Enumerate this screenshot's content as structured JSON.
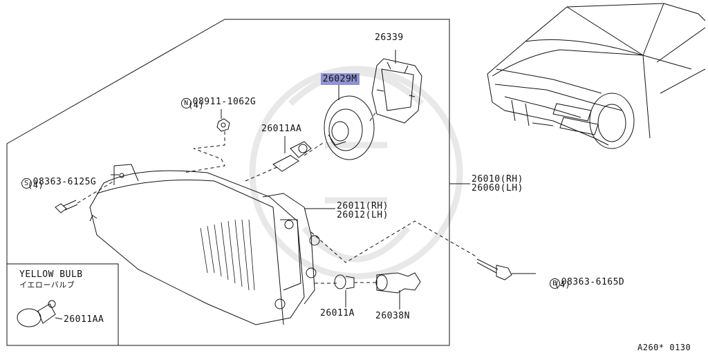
{
  "parts": {
    "p26339": "26339",
    "p26029m": "26029M",
    "p26011aa": "26011AA",
    "p26010": "26010(RH)",
    "p26060": "26060(LH)",
    "p26011": "26011(RH)",
    "p26012": "26012(LH)",
    "p26011a": "26011A",
    "p26038n": "26038N"
  },
  "fasteners": {
    "nut": {
      "badge": "N",
      "code": "08911-1062G",
      "qty": "(4)"
    },
    "screw_s": {
      "badge": "S",
      "code": "08363-6125G",
      "qty": "(4)"
    },
    "bolt_b": {
      "badge": "B",
      "code": "08363-6165D",
      "qty": "(4)"
    }
  },
  "inset": {
    "title": "YELLOW BULB",
    "title_jp": "イエローバルブ",
    "part": "26011AA"
  },
  "diagram_id": "A260* 0130",
  "colors": {
    "highlight": "#8f93d2",
    "line": "#111111",
    "watermark": "#e9e9e9"
  }
}
